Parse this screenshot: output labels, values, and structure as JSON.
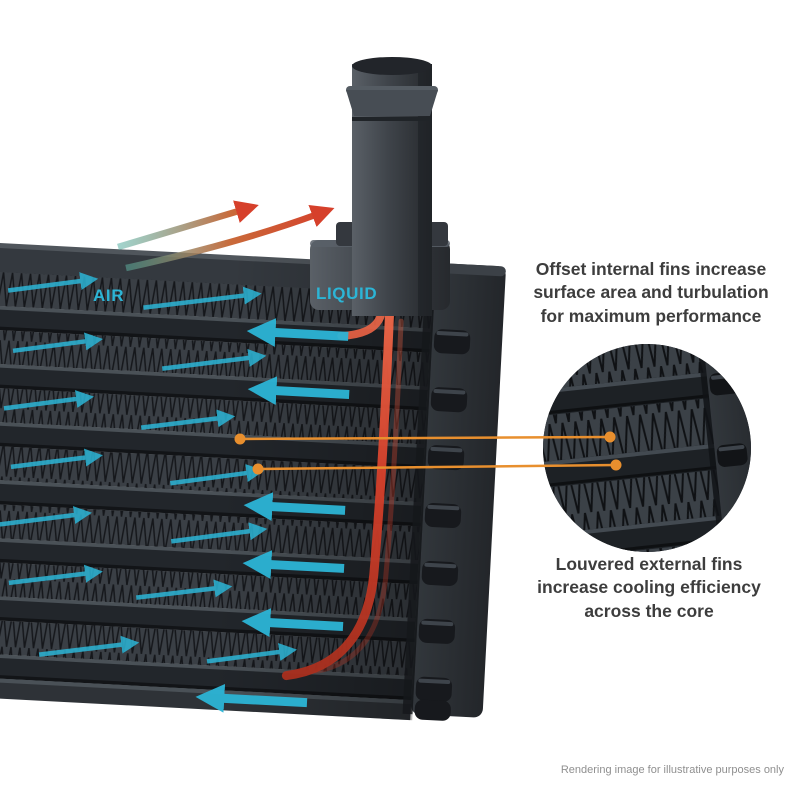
{
  "illustration": {
    "air_label": "AIR",
    "liquid_label": "LIQUID"
  },
  "annotations": {
    "top": {
      "lines": [
        "Offset internal fins increase",
        "surface area and turbulation",
        "for maximum performance"
      ]
    },
    "bottom": {
      "lines": [
        "Louvered external fins",
        "increase cooling efficiency",
        "across the core"
      ]
    }
  },
  "footer": {
    "disclaimer": "Rendering image for illustrative purposes only"
  },
  "colors": {
    "accent_cyan": "#2cb5d6",
    "accent_orange": "#e88f2e",
    "accent_red": "#d6402b",
    "text_dark": "#3d3d3d",
    "text_gray": "#8f8f8f",
    "cooler_dark": "#22262b",
    "cooler_mid": "#3a3f45"
  }
}
